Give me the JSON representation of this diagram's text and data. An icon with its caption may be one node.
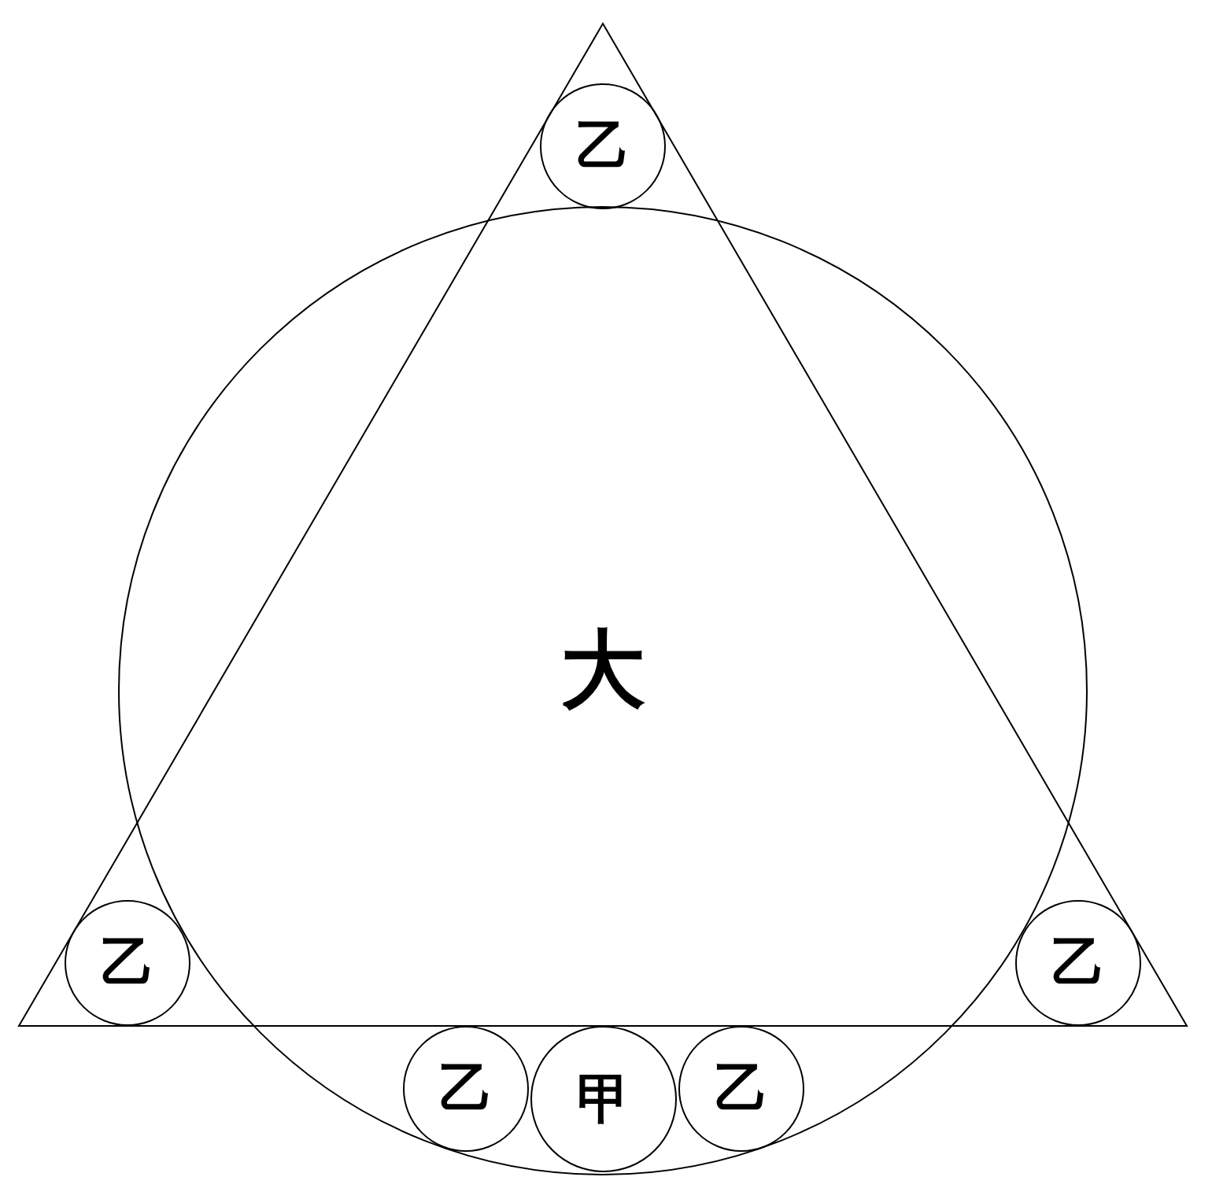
{
  "diagram": {
    "nodes": [
      {
        "text": [
          "乙"
        ]
      },
      {
        "text": [
          "大"
        ]
      },
      {
        "text": [
          "乙"
        ]
      },
      {
        "text": [
          "乙"
        ]
      },
      {
        "text": [
          "乙"
        ],
        "in": 1
      },
      {
        "text": [
          "甲"
        ],
        "in": 1
      },
      {
        "text": [
          "乙"
        ],
        "in": 1
      }
    ]
  }
}
